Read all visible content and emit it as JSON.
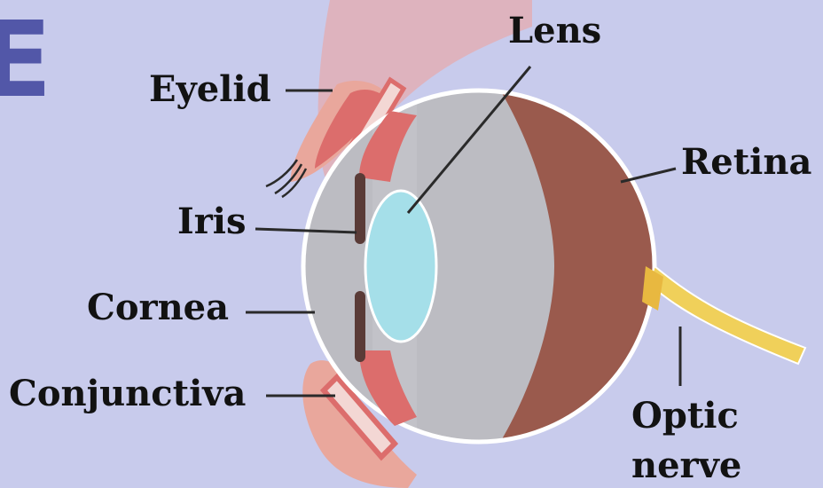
{
  "colors": {
    "background": "#c8cbec",
    "cornea": "#c9c9ce",
    "vitreous": "#bcbcc2",
    "choroid_retina": "#9a5a4d",
    "lens": "#a5dfe9",
    "iris": "#5a3b37",
    "eyelid_pink": "#e9a79c",
    "eyelid_red": "#dc6d6c",
    "optic_nerve": "#f0d05a",
    "heading_letter": "#5257a8"
  },
  "heading_fragment": "E",
  "labels": {
    "eyelid": "Eyelid",
    "lens": "Lens",
    "retina": "Retina",
    "iris": "Iris",
    "cornea": "Cornea",
    "conjunctiva": "Conjunctiva",
    "optic_nerve_line1": "Optic",
    "optic_nerve_line2": "nerve"
  }
}
